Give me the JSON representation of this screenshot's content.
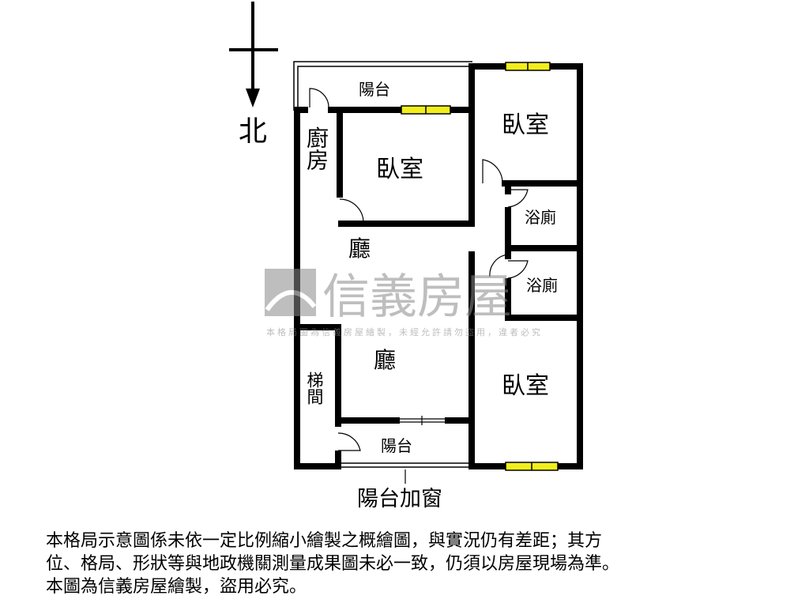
{
  "compass": {
    "label": "北"
  },
  "rooms": {
    "balcony_top": "陽台",
    "kitchen": "廚房",
    "bedroom_center": "臥室",
    "bedroom_ne": "臥室",
    "bath_1": "浴廁",
    "bath_2": "浴廁",
    "living_1": "廳",
    "living_2": "廳",
    "stairs": "梯間",
    "bedroom_se": "臥室",
    "balcony_bottom": "陽台"
  },
  "callout": "陽台加窗",
  "watermark": {
    "brand": "信義房屋",
    "subtext": "本格局圖為信義房屋繪製，未經允許請勿盜用，違者必究"
  },
  "colors": {
    "wall": "#000000",
    "window": "#f2ee1c",
    "watermark": "#9a9a9a"
  },
  "disclaimer": [
    "本格局示意圖係未依一定比例縮小繪製之概繪圖，與實況仍有差距；其方",
    "位、格局、形狀等與地政機關測量成果圖未必一致，仍須以房屋現場為準。",
    "本圖為信義房屋繪製，盜用必究。"
  ]
}
